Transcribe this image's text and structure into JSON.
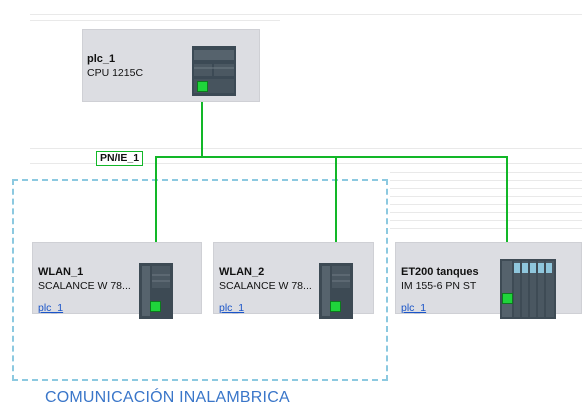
{
  "network": {
    "label": "PN/IE_1"
  },
  "devices": {
    "plc": {
      "name": "plc_1",
      "type": "CPU 1215C"
    },
    "wlan1": {
      "name": "WLAN_1",
      "type": "SCALANCE W 78...",
      "link": "plc_1"
    },
    "wlan2": {
      "name": "WLAN_2",
      "type": "SCALANCE W 78...",
      "link": "plc_1"
    },
    "et200": {
      "name": "ET200 tanques",
      "type": "IM 155-6 PN ST",
      "link": "plc_1"
    }
  },
  "caption": {
    "text": "COMUNICACIÓN INALAMBRICA"
  },
  "colors": {
    "ethernet": "#12b728",
    "port": "#1fd43b",
    "device_bg": "#dcdde2",
    "wireless_group_border": "#8cc9e0",
    "caption": "#3a76c9",
    "link": "#1a55c9"
  }
}
